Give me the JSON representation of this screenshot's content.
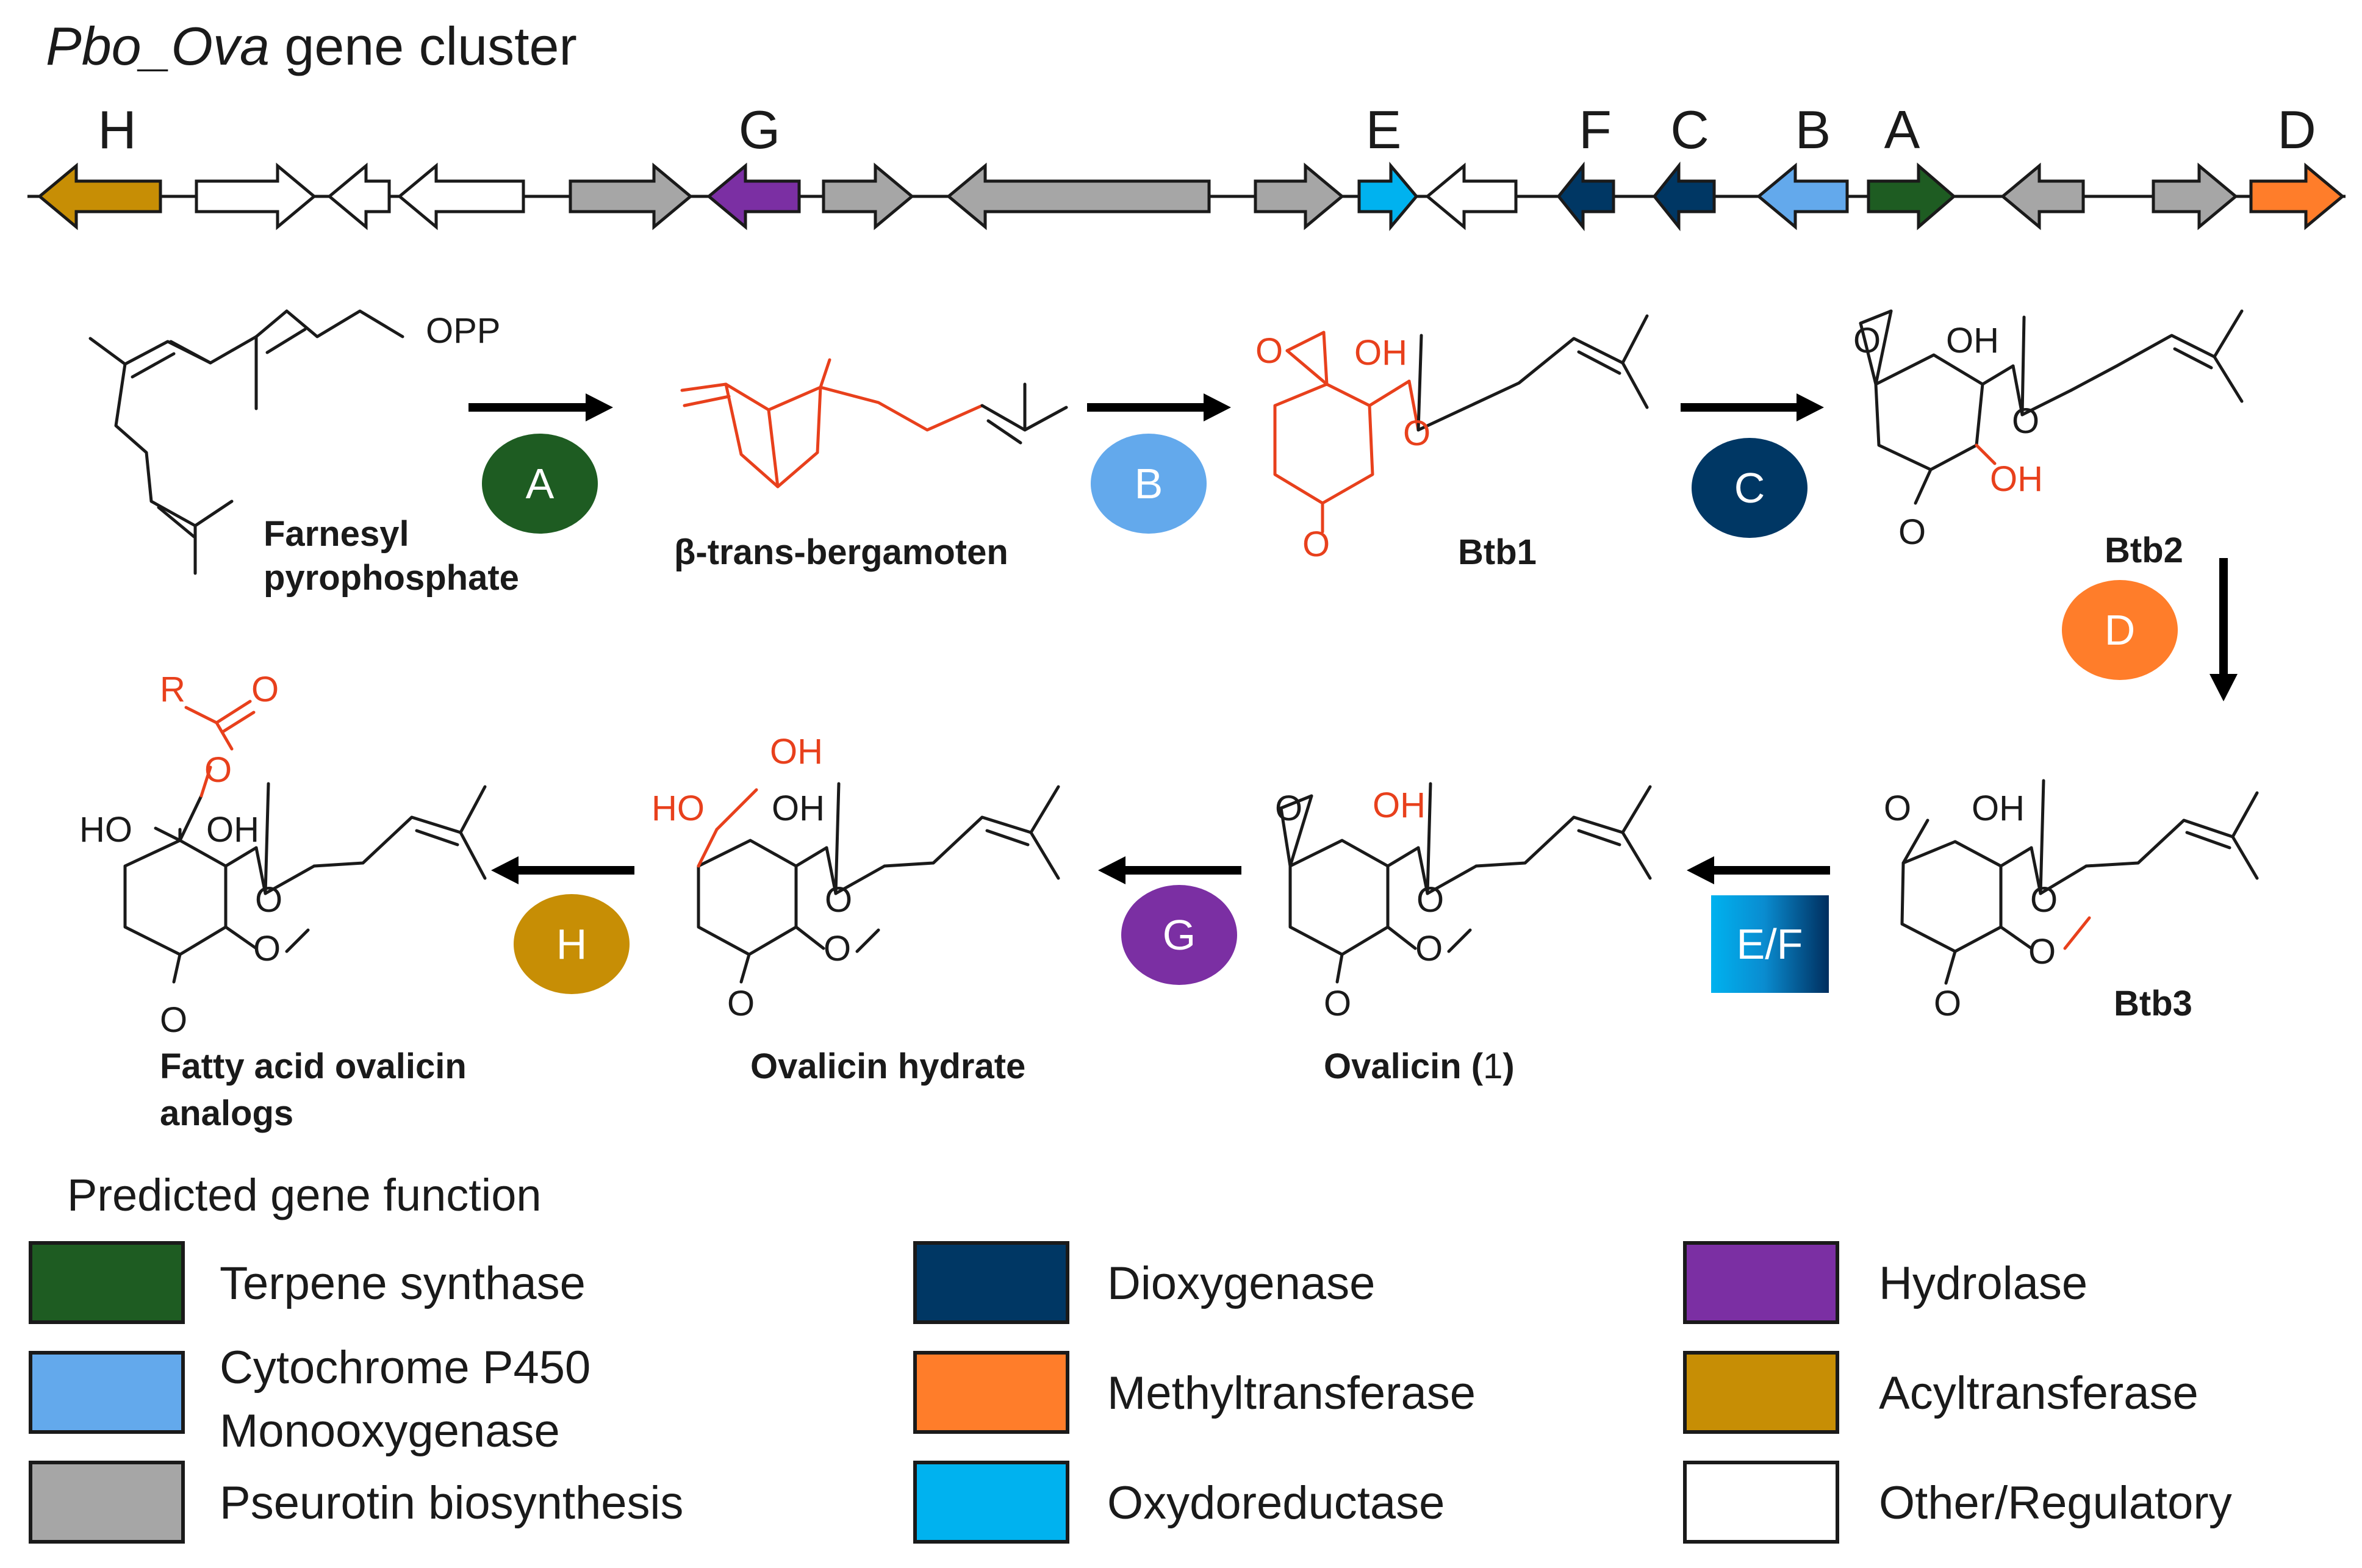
{
  "cluster": {
    "title_italic": "Pbo_Ova",
    "title_rest": " gene cluster",
    "letters": {
      "H": "H",
      "G": "G",
      "E": "E",
      "F": "F",
      "C": "C",
      "B": "B",
      "A": "A",
      "D": "D"
    }
  },
  "colors": {
    "terpene_synthase": "#1e5c22",
    "p450": "#63a9ec",
    "pseurotin": "#a6a6a6",
    "dioxygenase": "#003764",
    "methyltransferase": "#ff7d2a",
    "oxydoreductase": "#00b2ef",
    "hydrolase": "#7b2fa3",
    "acyltransferase": "#c78e05",
    "other": "#ffffff"
  },
  "enzymes": {
    "A": "A",
    "B": "B",
    "C": "C",
    "D": "D",
    "EF": "E/F",
    "G": "G",
    "H": "H"
  },
  "compounds": {
    "fpp_line1": "Farnesyl",
    "fpp_line2": "pyrophosphate",
    "fpp_opp": "OPP",
    "bergamotene": "β-trans-bergamoten",
    "btb1": "Btb1",
    "btb2": "Btb2",
    "btb3": "Btb3",
    "ovalicin": "Ovalicin (",
    "ovalicin_num": "1",
    "ovalicin_close": ")",
    "ovalicin_hydrate": "Ovalicin hydrate",
    "fatty_line1": "Fatty acid ovalicin",
    "fatty_line2": "analogs"
  },
  "atoms": {
    "O": "O",
    "OH": "OH",
    "HO": "HO",
    "R": "R"
  },
  "legend": {
    "title": "Predicted gene function",
    "items": [
      {
        "label": "Terpene synthase",
        "label2": ""
      },
      {
        "label": "Cytochrome P450",
        "label2": "Monooxygenase"
      },
      {
        "label": "Pseurotin biosynthesis",
        "label2": ""
      },
      {
        "label": "Dioxygenase",
        "label2": ""
      },
      {
        "label": "Methyltransferase",
        "label2": ""
      },
      {
        "label": "Oxydoreductase",
        "label2": ""
      },
      {
        "label": "Hydrolase",
        "label2": ""
      },
      {
        "label": "Acyltransferase",
        "label2": ""
      },
      {
        "label": "Other/Regulatory",
        "label2": ""
      }
    ]
  }
}
